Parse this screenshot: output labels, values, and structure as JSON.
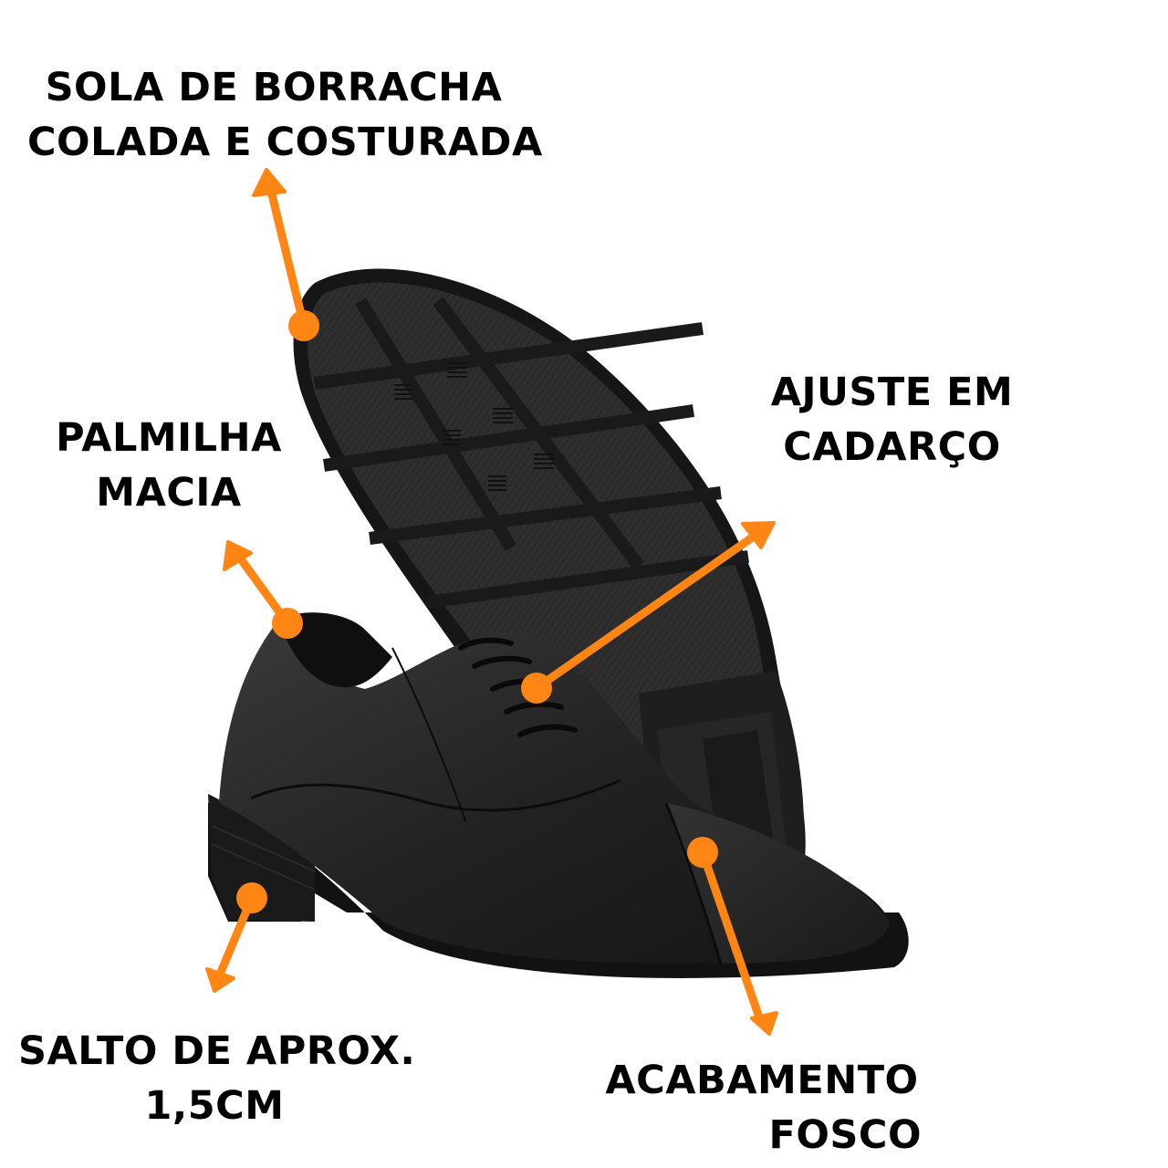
{
  "accent_color": "#FF8514",
  "shoe_color": "#1b1b1b",
  "callouts": [
    {
      "id": "sole",
      "lines": [
        "SOLA DE BORRACHA",
        "COLADA E COSTURADA"
      ]
    },
    {
      "id": "insole",
      "lines": [
        "PALMILHA",
        "MACIA"
      ]
    },
    {
      "id": "laces",
      "lines": [
        "AJUSTE EM",
        "CADARÇO"
      ]
    },
    {
      "id": "heel",
      "lines": [
        "SALTO DE APROX.",
        "1,5CM"
      ]
    },
    {
      "id": "finish",
      "lines": [
        "ACABAMENTO",
        "FOSCO"
      ]
    }
  ]
}
